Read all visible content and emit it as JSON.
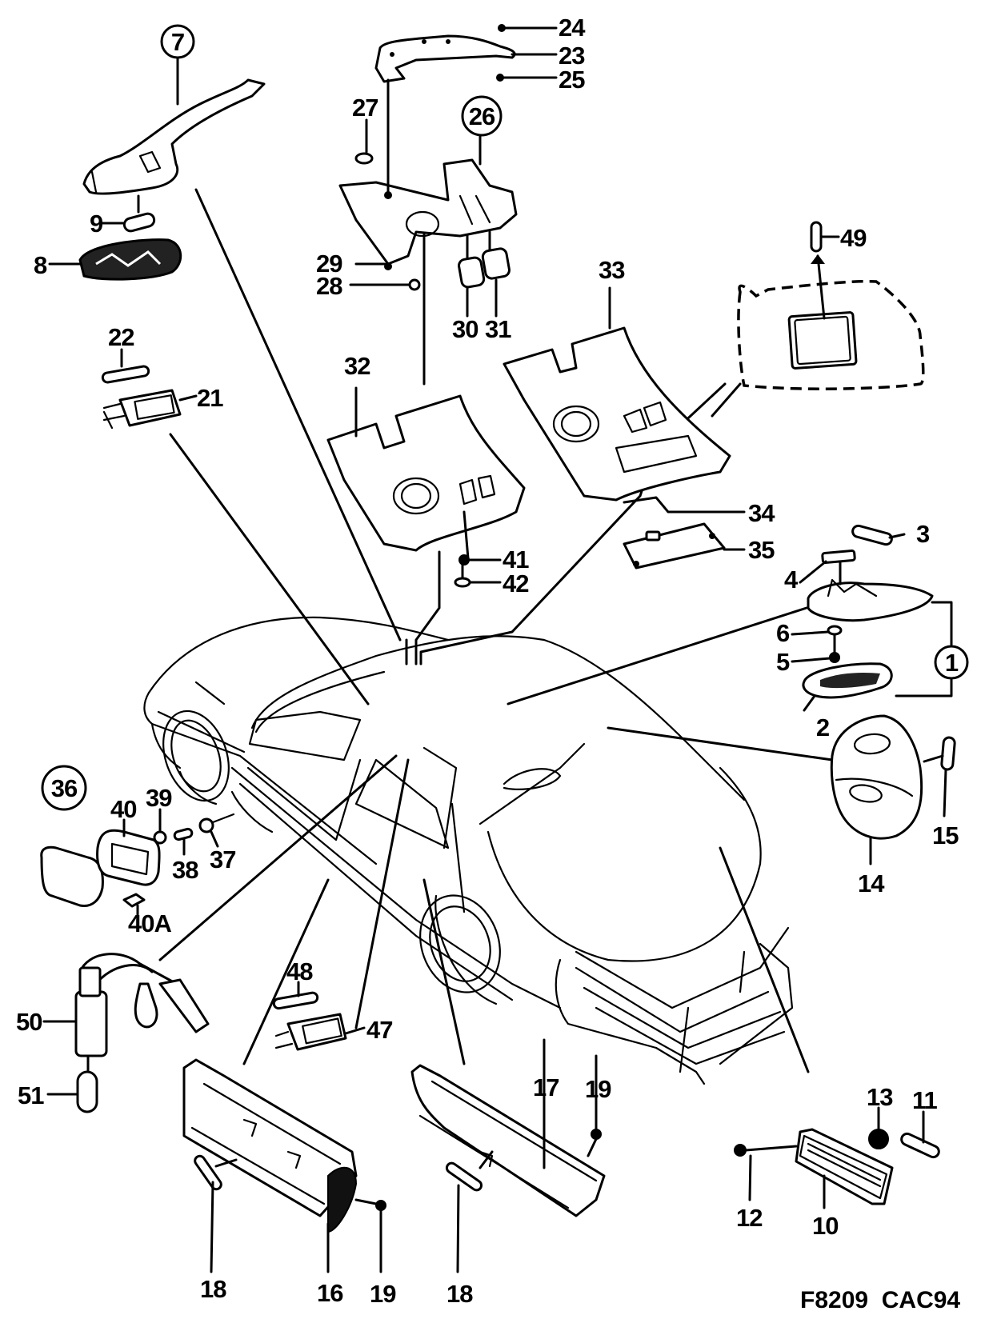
{
  "diagram": {
    "title": "Interior lighting exploded parts diagram",
    "reference_code": "F8209  CAC94",
    "assembly_callouts": [
      {
        "id": "1",
        "label": "1"
      },
      {
        "id": "7",
        "label": "7"
      },
      {
        "id": "26",
        "label": "26"
      },
      {
        "id": "36",
        "label": "36"
      }
    ],
    "part_callouts": [
      {
        "id": "2",
        "label": "2"
      },
      {
        "id": "3",
        "label": "3"
      },
      {
        "id": "4",
        "label": "4"
      },
      {
        "id": "5",
        "label": "5"
      },
      {
        "id": "6",
        "label": "6"
      },
      {
        "id": "8",
        "label": "8"
      },
      {
        "id": "9",
        "label": "9"
      },
      {
        "id": "10",
        "label": "10"
      },
      {
        "id": "11",
        "label": "11"
      },
      {
        "id": "12",
        "label": "12"
      },
      {
        "id": "13",
        "label": "13"
      },
      {
        "id": "14",
        "label": "14"
      },
      {
        "id": "15",
        "label": "15"
      },
      {
        "id": "16",
        "label": "16"
      },
      {
        "id": "17",
        "label": "17"
      },
      {
        "id": "18a",
        "label": "18"
      },
      {
        "id": "18b",
        "label": "18"
      },
      {
        "id": "19a",
        "label": "19"
      },
      {
        "id": "19b",
        "label": "19"
      },
      {
        "id": "21",
        "label": "21"
      },
      {
        "id": "22",
        "label": "22"
      },
      {
        "id": "23",
        "label": "23"
      },
      {
        "id": "24",
        "label": "24"
      },
      {
        "id": "25",
        "label": "25"
      },
      {
        "id": "27",
        "label": "27"
      },
      {
        "id": "28",
        "label": "28"
      },
      {
        "id": "29",
        "label": "29"
      },
      {
        "id": "30",
        "label": "30"
      },
      {
        "id": "31",
        "label": "31"
      },
      {
        "id": "32",
        "label": "32"
      },
      {
        "id": "33",
        "label": "33"
      },
      {
        "id": "34",
        "label": "34"
      },
      {
        "id": "35",
        "label": "35"
      },
      {
        "id": "37",
        "label": "37"
      },
      {
        "id": "38",
        "label": "38"
      },
      {
        "id": "39",
        "label": "39"
      },
      {
        "id": "40",
        "label": "40"
      },
      {
        "id": "40A",
        "label": "40A"
      },
      {
        "id": "41",
        "label": "41"
      },
      {
        "id": "42",
        "label": "42"
      },
      {
        "id": "47",
        "label": "47"
      },
      {
        "id": "48",
        "label": "48"
      },
      {
        "id": "49",
        "label": "49"
      },
      {
        "id": "50",
        "label": "50"
      },
      {
        "id": "51",
        "label": "51"
      }
    ]
  }
}
